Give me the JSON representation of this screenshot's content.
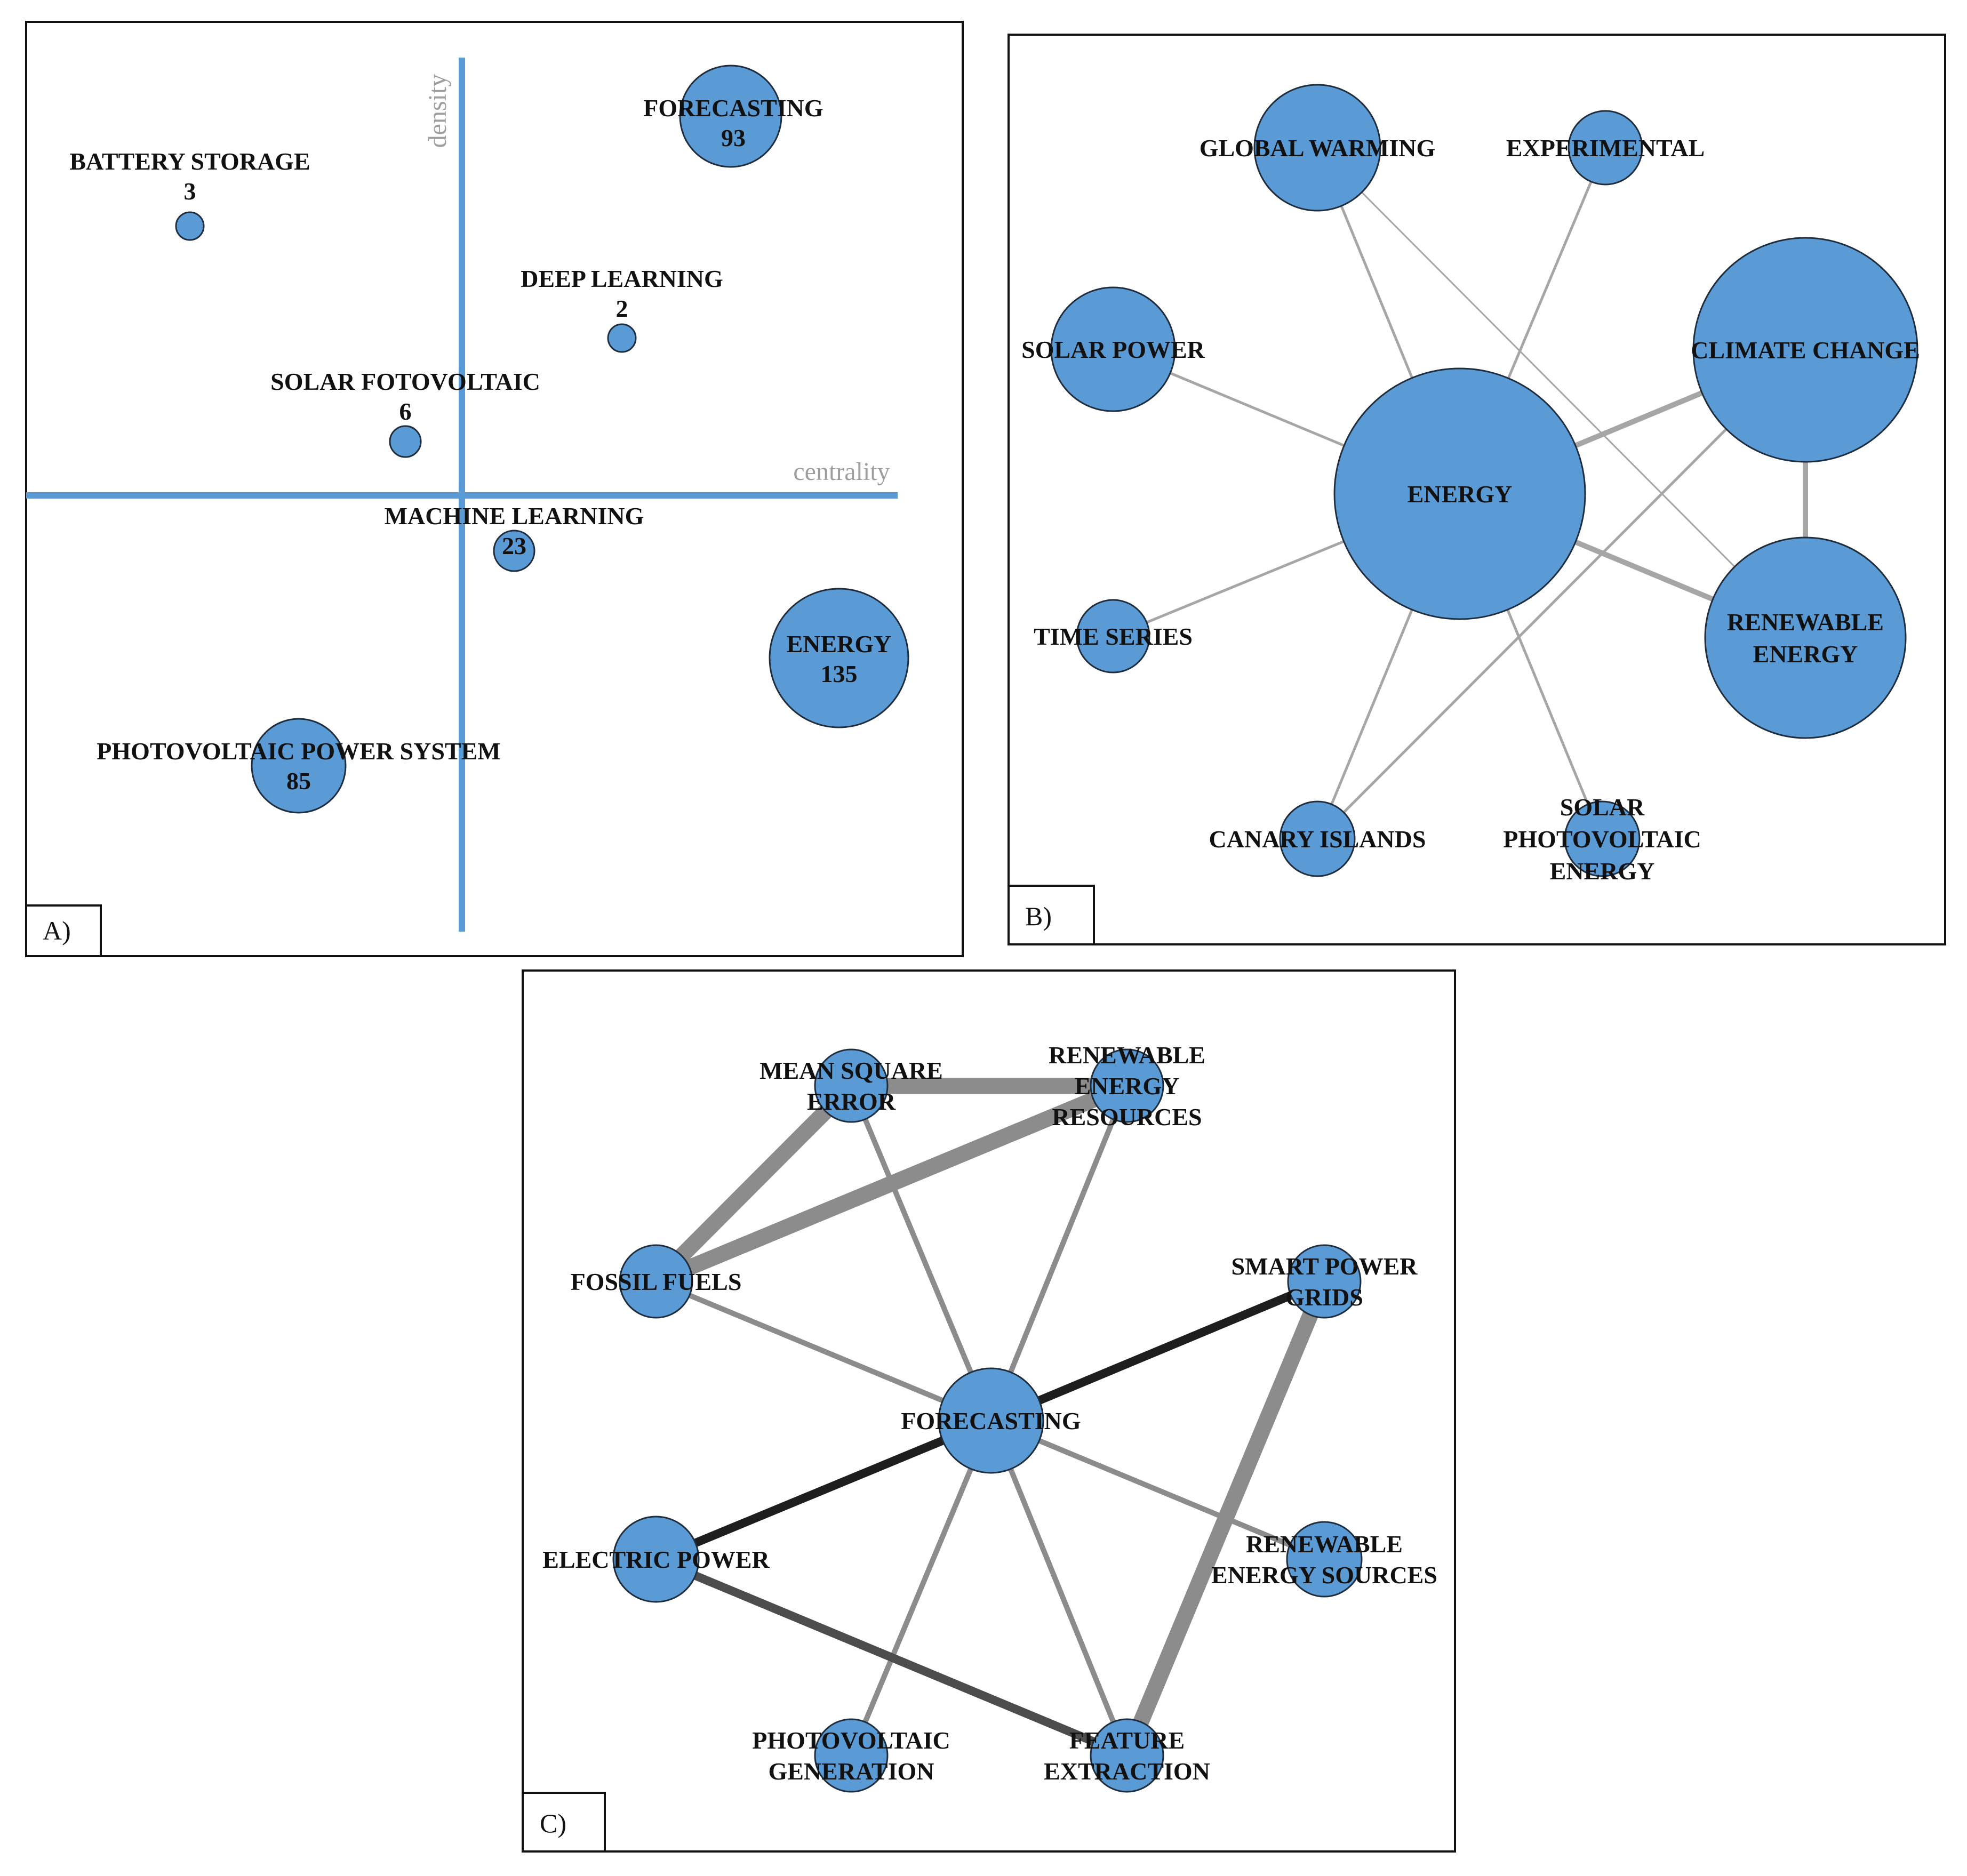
{
  "colors": {
    "node_fill": "#5b9bd5",
    "node_stroke": "#1f2d3d",
    "axis_line": "#5b9bd5",
    "axis_text": "#9e9e9e",
    "edge_light": "#a6a6a6",
    "edge_mid": "#8c8c8c",
    "edge_dark": "#4d4d4d",
    "edge_black": "#1e1e1e",
    "frame": "#111111"
  },
  "panel_a": {
    "tag": "A)",
    "axis_x_label": "centrality",
    "axis_y_label": "density",
    "themes": [
      {
        "id": "battery",
        "lines": [
          "BATTERY STORAGE",
          "3"
        ],
        "count": 3
      },
      {
        "id": "forecasting",
        "lines": [
          "FORECASTING",
          "93"
        ],
        "count": 93
      },
      {
        "id": "deep",
        "lines": [
          "DEEP LEARNING",
          "2"
        ],
        "count": 2
      },
      {
        "id": "solarfoto",
        "lines": [
          "SOLAR FOTOVOLTAIC",
          "6"
        ],
        "count": 6
      },
      {
        "id": "ml",
        "lines": [
          "MACHINE LEARNING",
          "23"
        ],
        "count": 23
      },
      {
        "id": "energy",
        "lines": [
          "ENERGY",
          "135"
        ],
        "count": 135
      },
      {
        "id": "pvps",
        "lines": [
          "PHOTOVOLTAIC POWER SYSTEM",
          "85"
        ],
        "count": 85
      }
    ]
  },
  "panel_b": {
    "tag": "B)",
    "nodes": [
      {
        "id": "gw",
        "lines": [
          "GLOBAL WARMING"
        ]
      },
      {
        "id": "exp",
        "lines": [
          "EXPERIMENTAL"
        ]
      },
      {
        "id": "sp",
        "lines": [
          "SOLAR POWER"
        ]
      },
      {
        "id": "cc",
        "lines": [
          "CLIMATE CHANGE"
        ]
      },
      {
        "id": "en",
        "lines": [
          "ENERGY"
        ]
      },
      {
        "id": "ts",
        "lines": [
          "TIME SERIES"
        ]
      },
      {
        "id": "re",
        "lines": [
          "RENEWABLE",
          "ENERGY"
        ]
      },
      {
        "id": "ci",
        "lines": [
          "CANARY ISLANDS"
        ]
      },
      {
        "id": "spe",
        "lines": [
          "SOLAR",
          "PHOTOVOLTAIC",
          "ENERGY"
        ]
      }
    ],
    "edges": [
      {
        "from": "en",
        "to": "gw",
        "weight": "light"
      },
      {
        "from": "en",
        "to": "exp",
        "weight": "light"
      },
      {
        "from": "en",
        "to": "sp",
        "weight": "light"
      },
      {
        "from": "en",
        "to": "ts",
        "weight": "light"
      },
      {
        "from": "en",
        "to": "ci",
        "weight": "light"
      },
      {
        "from": "en",
        "to": "spe",
        "weight": "light"
      },
      {
        "from": "en",
        "to": "cc",
        "weight": "medium"
      },
      {
        "from": "en",
        "to": "re",
        "weight": "medium"
      },
      {
        "from": "gw",
        "to": "re",
        "weight": "thin"
      },
      {
        "from": "cc",
        "to": "re",
        "weight": "medium"
      },
      {
        "from": "cc",
        "to": "ci",
        "weight": "light"
      }
    ]
  },
  "panel_c": {
    "tag": "C)",
    "nodes": [
      {
        "id": "mse",
        "lines": [
          "MEAN SQUARE",
          "ERROR"
        ]
      },
      {
        "id": "rer",
        "lines": [
          "RENEWABLE",
          "ENERGY",
          "RESOURCES"
        ]
      },
      {
        "id": "ff",
        "lines": [
          "FOSSIL FUELS"
        ]
      },
      {
        "id": "spg",
        "lines": [
          "SMART POWER",
          "GRIDS"
        ]
      },
      {
        "id": "fc",
        "lines": [
          "FORECASTING"
        ]
      },
      {
        "id": "ep",
        "lines": [
          "ELECTRIC POWER"
        ]
      },
      {
        "id": "res",
        "lines": [
          "RENEWABLE",
          "ENERGY SOURCES"
        ]
      },
      {
        "id": "pg",
        "lines": [
          "PHOTOVOLTAIC",
          "GENERATION"
        ]
      },
      {
        "id": "fe",
        "lines": [
          "FEATURE",
          "EXTRACTION"
        ]
      }
    ],
    "edges": [
      {
        "from": "mse",
        "to": "rer",
        "weight": "thick"
      },
      {
        "from": "mse",
        "to": "ff",
        "weight": "thick"
      },
      {
        "from": "rer",
        "to": "ff",
        "weight": "thick"
      },
      {
        "from": "fc",
        "to": "mse",
        "weight": "mid"
      },
      {
        "from": "fc",
        "to": "rer",
        "weight": "mid"
      },
      {
        "from": "fc",
        "to": "ff",
        "weight": "mid"
      },
      {
        "from": "fc",
        "to": "spg",
        "weight": "black"
      },
      {
        "from": "fc",
        "to": "ep",
        "weight": "black"
      },
      {
        "from": "fc",
        "to": "res",
        "weight": "mid"
      },
      {
        "from": "fc",
        "to": "pg",
        "weight": "mid"
      },
      {
        "from": "fc",
        "to": "fe",
        "weight": "mid"
      },
      {
        "from": "ep",
        "to": "fe",
        "weight": "dark"
      },
      {
        "from": "spg",
        "to": "fe",
        "weight": "thick"
      }
    ]
  }
}
